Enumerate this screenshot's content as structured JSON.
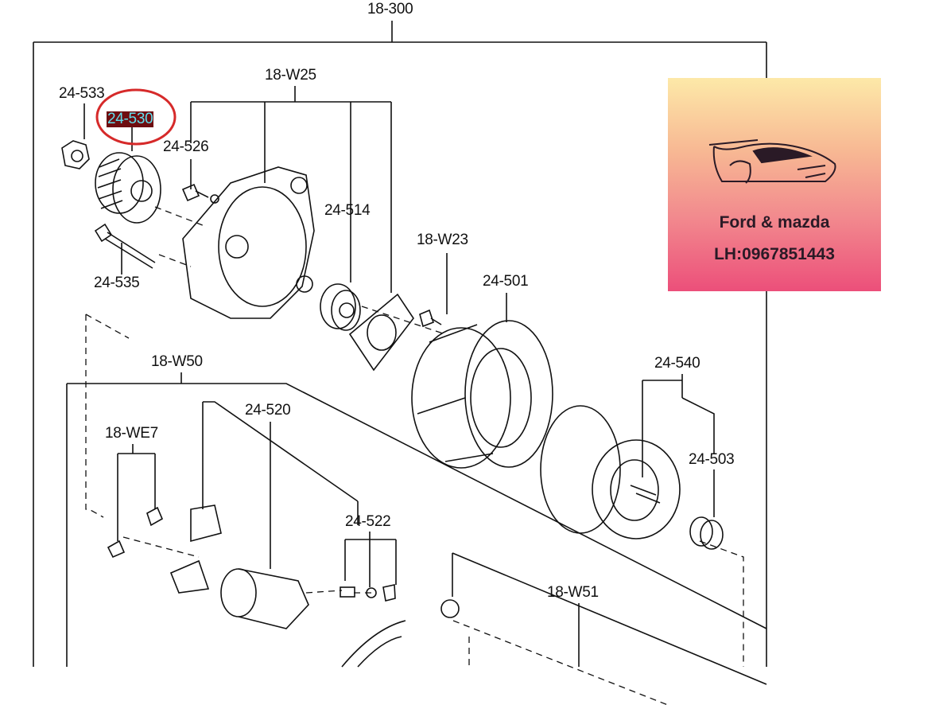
{
  "diagram": {
    "labels": {
      "top_assembly": "18-300",
      "nut": "24-533",
      "pulley": "24-530",
      "front_housing_kit": "18-W25",
      "bolt_front": "24-526",
      "bearing": "24-514",
      "screw_kit": "18-W23",
      "stator": "24-501",
      "through_bolt": "24-535",
      "regulator_kit": "18-W50",
      "rotor": "24-540",
      "regulator": "24-520",
      "terminal_kit": "18-WE7",
      "rear_bearing": "24-503",
      "brush_set": "24-522",
      "rear_housing_kit": "18-W51"
    },
    "highlight_color": "#d62a2a"
  },
  "logo": {
    "line1": "Ford & mazda",
    "line2": "LH:0967851443"
  }
}
